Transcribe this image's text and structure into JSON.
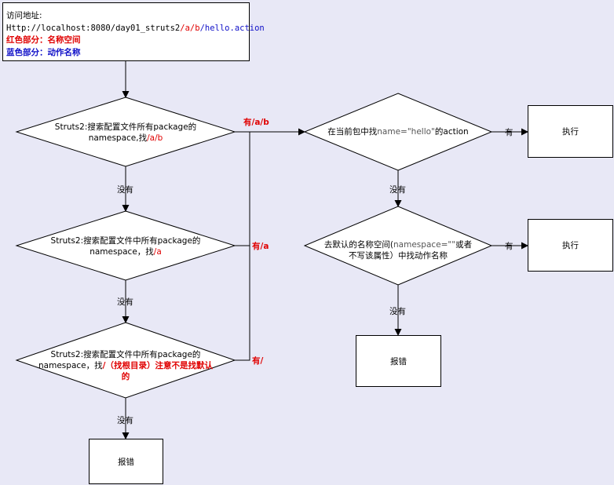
{
  "note": {
    "line1": "访问地址:",
    "url_prefix": "Http://localhost:8080/day01_struts2",
    "url_namespace": "/a/b",
    "url_action": "/hello.action",
    "red_line": "红色部分：名称空间",
    "blue_line": "蓝色部分：动作名称"
  },
  "diamonds": {
    "d1": {
      "line1": "Struts2:搜索配置文件所有package的",
      "line2_prefix": "namespace,找",
      "line2_red": "/a/b"
    },
    "d2": {
      "line1": "Struts2:搜索配置文件中所有package的",
      "line2_prefix": "namespace，找",
      "line2_red": "/a"
    },
    "d3": {
      "line1": "Struts2:搜索配置文件中所有package的",
      "line2_prefix": "namespace，找",
      "line2_red": "/（找根目录）注意不是找默认",
      "line3_red": "的"
    },
    "d4": {
      "prefix": "在当前包中找",
      "name_attr": "name=\"hello\"",
      "suffix": "的action"
    },
    "d5": {
      "line1_prefix": "去默认的名称空间(",
      "line1_attr": "namespace=\"\"",
      "line1_suffix": "或者",
      "line2": "不写该属性）中找动作名称"
    }
  },
  "boxes": {
    "exec1": "执行",
    "exec2": "执行",
    "error1": "报错",
    "error2": "报错"
  },
  "labels": {
    "no1": "没有",
    "no2": "没有",
    "no3": "没有",
    "no4": "没有",
    "no5": "没有",
    "yes_ab": "有/a/b",
    "yes_a": "有/a",
    "yes_root": "有/",
    "yes1": "有",
    "yes2": "有"
  },
  "colors": {
    "background": "#e8e8f6",
    "namespace_red": "#e00000",
    "action_blue": "#1010c8"
  }
}
